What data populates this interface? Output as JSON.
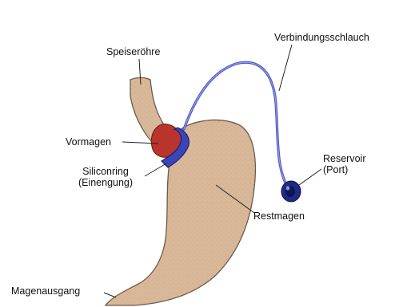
{
  "labels": {
    "speiseroehre": "Speiseröhre",
    "verbindungsschlauch": "Verbindungsschlauch",
    "vormagen": "Vormagen",
    "siliconring_line1": "Siliconring",
    "siliconring_line2": "(Einengung)",
    "reservoir_line1": "Reservoir",
    "reservoir_line2": "(Port)",
    "restmagen": "Restmagen",
    "magenausgang": "Magenausgang"
  },
  "colors": {
    "stomach": "#d8b898",
    "stomach_outline": "#6b5a48",
    "vormagen": "#b8342c",
    "band": "#3a46b8",
    "band_dark": "#1d2270",
    "tube": "#4a56c4",
    "port": "#1e2a86",
    "leader": "#222222"
  }
}
